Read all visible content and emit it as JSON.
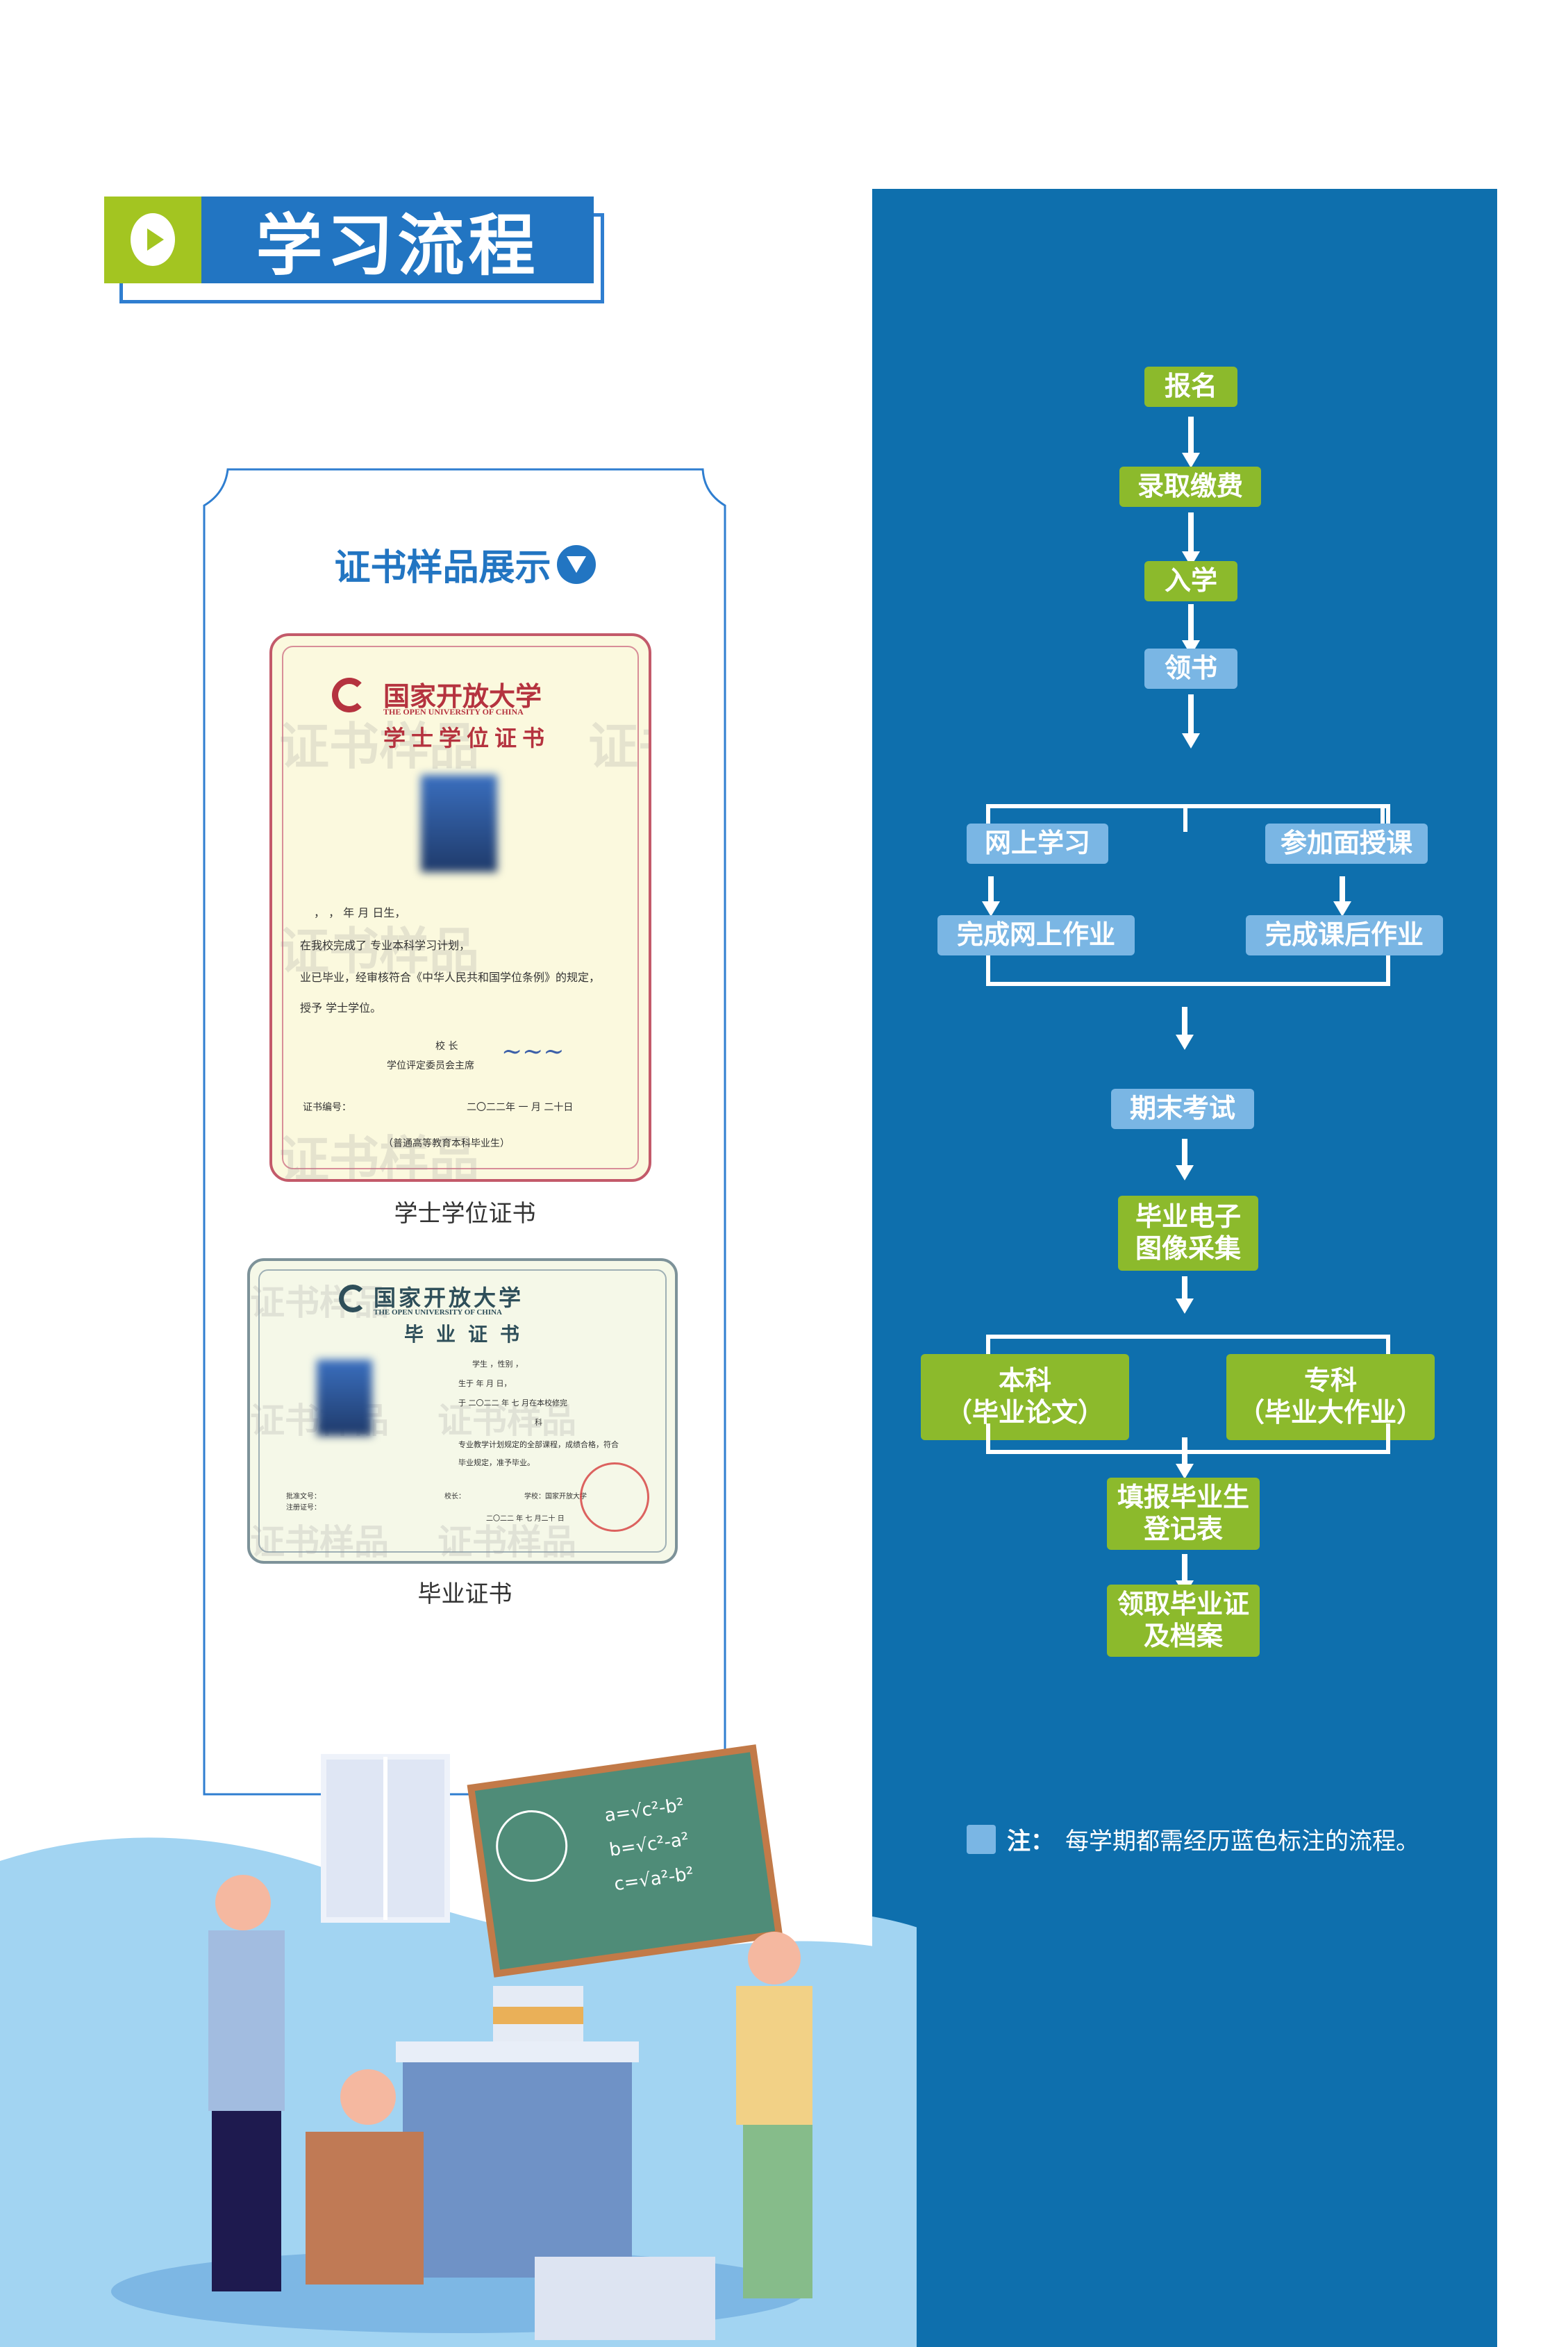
{
  "header": {
    "title": "学习流程",
    "icon": "play-circle-icon",
    "colors": {
      "green": "#a3c521",
      "blue": "#2275c2"
    }
  },
  "certificates": {
    "panel_title": "证书样品展示",
    "panel_icon": "down-triangle-circle-icon",
    "watermark": "证书样品",
    "bachelor": {
      "university_cn": "国家开放大学",
      "university_en": "THE OPEN UNIVERSITY OF CHINA",
      "doc_title": "学士学位证书",
      "line1": "， ，    年     月     日生，",
      "line2": "在我校完成了                  专业本科学习计划，",
      "line3": "业已毕业，经审核符合《中华人民共和国学位条例》的规定，",
      "line4": "授予                    学士学位。",
      "sign_role1": "校    长",
      "sign_role2": "学位评定委员会主席",
      "cert_no_label": "证书编号：",
      "date": "二〇二二年  一 月  二十日",
      "footer": "（普通高等教育本科毕业生）",
      "caption": "学士学位证书"
    },
    "diploma": {
      "university_cn": "国家开放大学",
      "university_en": "THE OPEN UNIVERSITY OF CHINA",
      "doc_title": "毕业证书",
      "line1": "学生                ，性别     ，",
      "line2": "生于          年        月        日，",
      "line3": "于  二〇二二  年   七   月在本校修完",
      "line4": "科",
      "line5": "专业教学计划规定的全部课程，成绩合格，符合",
      "line6": "毕业规定，准予毕业。",
      "approval_label": "批准文号：",
      "reg_label": "注册证号：",
      "president_label": "校长：",
      "school_label": "学校：国家开放大学",
      "date": "二〇二二 年 七  月二十 日",
      "caption": "毕业证书"
    }
  },
  "flow": {
    "colors": {
      "panel": "#0e6fad",
      "green": "#8cba2c",
      "light_blue": "#7ab6e4"
    },
    "steps": {
      "s1": "报名",
      "s2": "录取缴费",
      "s3": "入学",
      "s4": "领书",
      "s5a": "网上学习",
      "s5b": "参加面授课",
      "s6a": "完成网上作业",
      "s6b": "完成课后作业",
      "s7": "期末考试",
      "s8": "毕业电子\n图像采集",
      "s9a_l1": "本科",
      "s9a_l2": "（毕业论文）",
      "s9b_l1": "专科",
      "s9b_l2": "（毕业大作业）",
      "s10": "填报毕业生\n登记表",
      "s11": "领取毕业证\n及档案"
    },
    "note_label": "注：",
    "note_text": "每学期都需经历蓝色标注的流程。"
  }
}
